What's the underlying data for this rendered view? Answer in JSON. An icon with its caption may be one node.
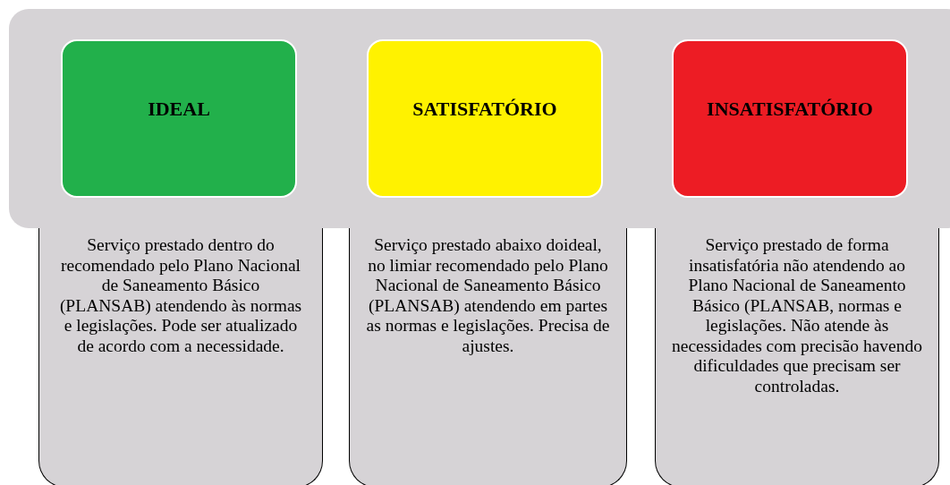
{
  "diagram": {
    "nodes": [
      {
        "text": [],
        "shape": "box"
      },
      {
        "text": [
          "IDEAL"
        ],
        "in": 0
      },
      {
        "text": [
          "SATISFATÓRIO"
        ],
        "in": 0
      },
      {
        "text": [
          "INSATISFATÓRIO"
        ],
        "in": 0
      },
      {
        "text": [
          "Serviço prestado dentro do recomendado pelo Plano Nacional de Saneamento Básico (PLANSAB) atendendo às normas e legislações. Pode ser atualizado de acordo com a necessidade."
        ]
      },
      {
        "text": [
          "Serviço prestado abaixo doideal, no limiar recomendado pelo Plano Nacional de Saneamento Básico (PLANSAB) atendendo em partes as normas e legislações. Precisa de ajustes."
        ]
      },
      {
        "text": [
          "Serviço prestado de forma insatisfatória não atendendo ao Plano Nacional de Saneamento Básico (PLANSAB, normas e legislações. Não atende às necessidades com precisão havendo dificuldades que precisam ser controladas."
        ]
      }
    ]
  }
}
